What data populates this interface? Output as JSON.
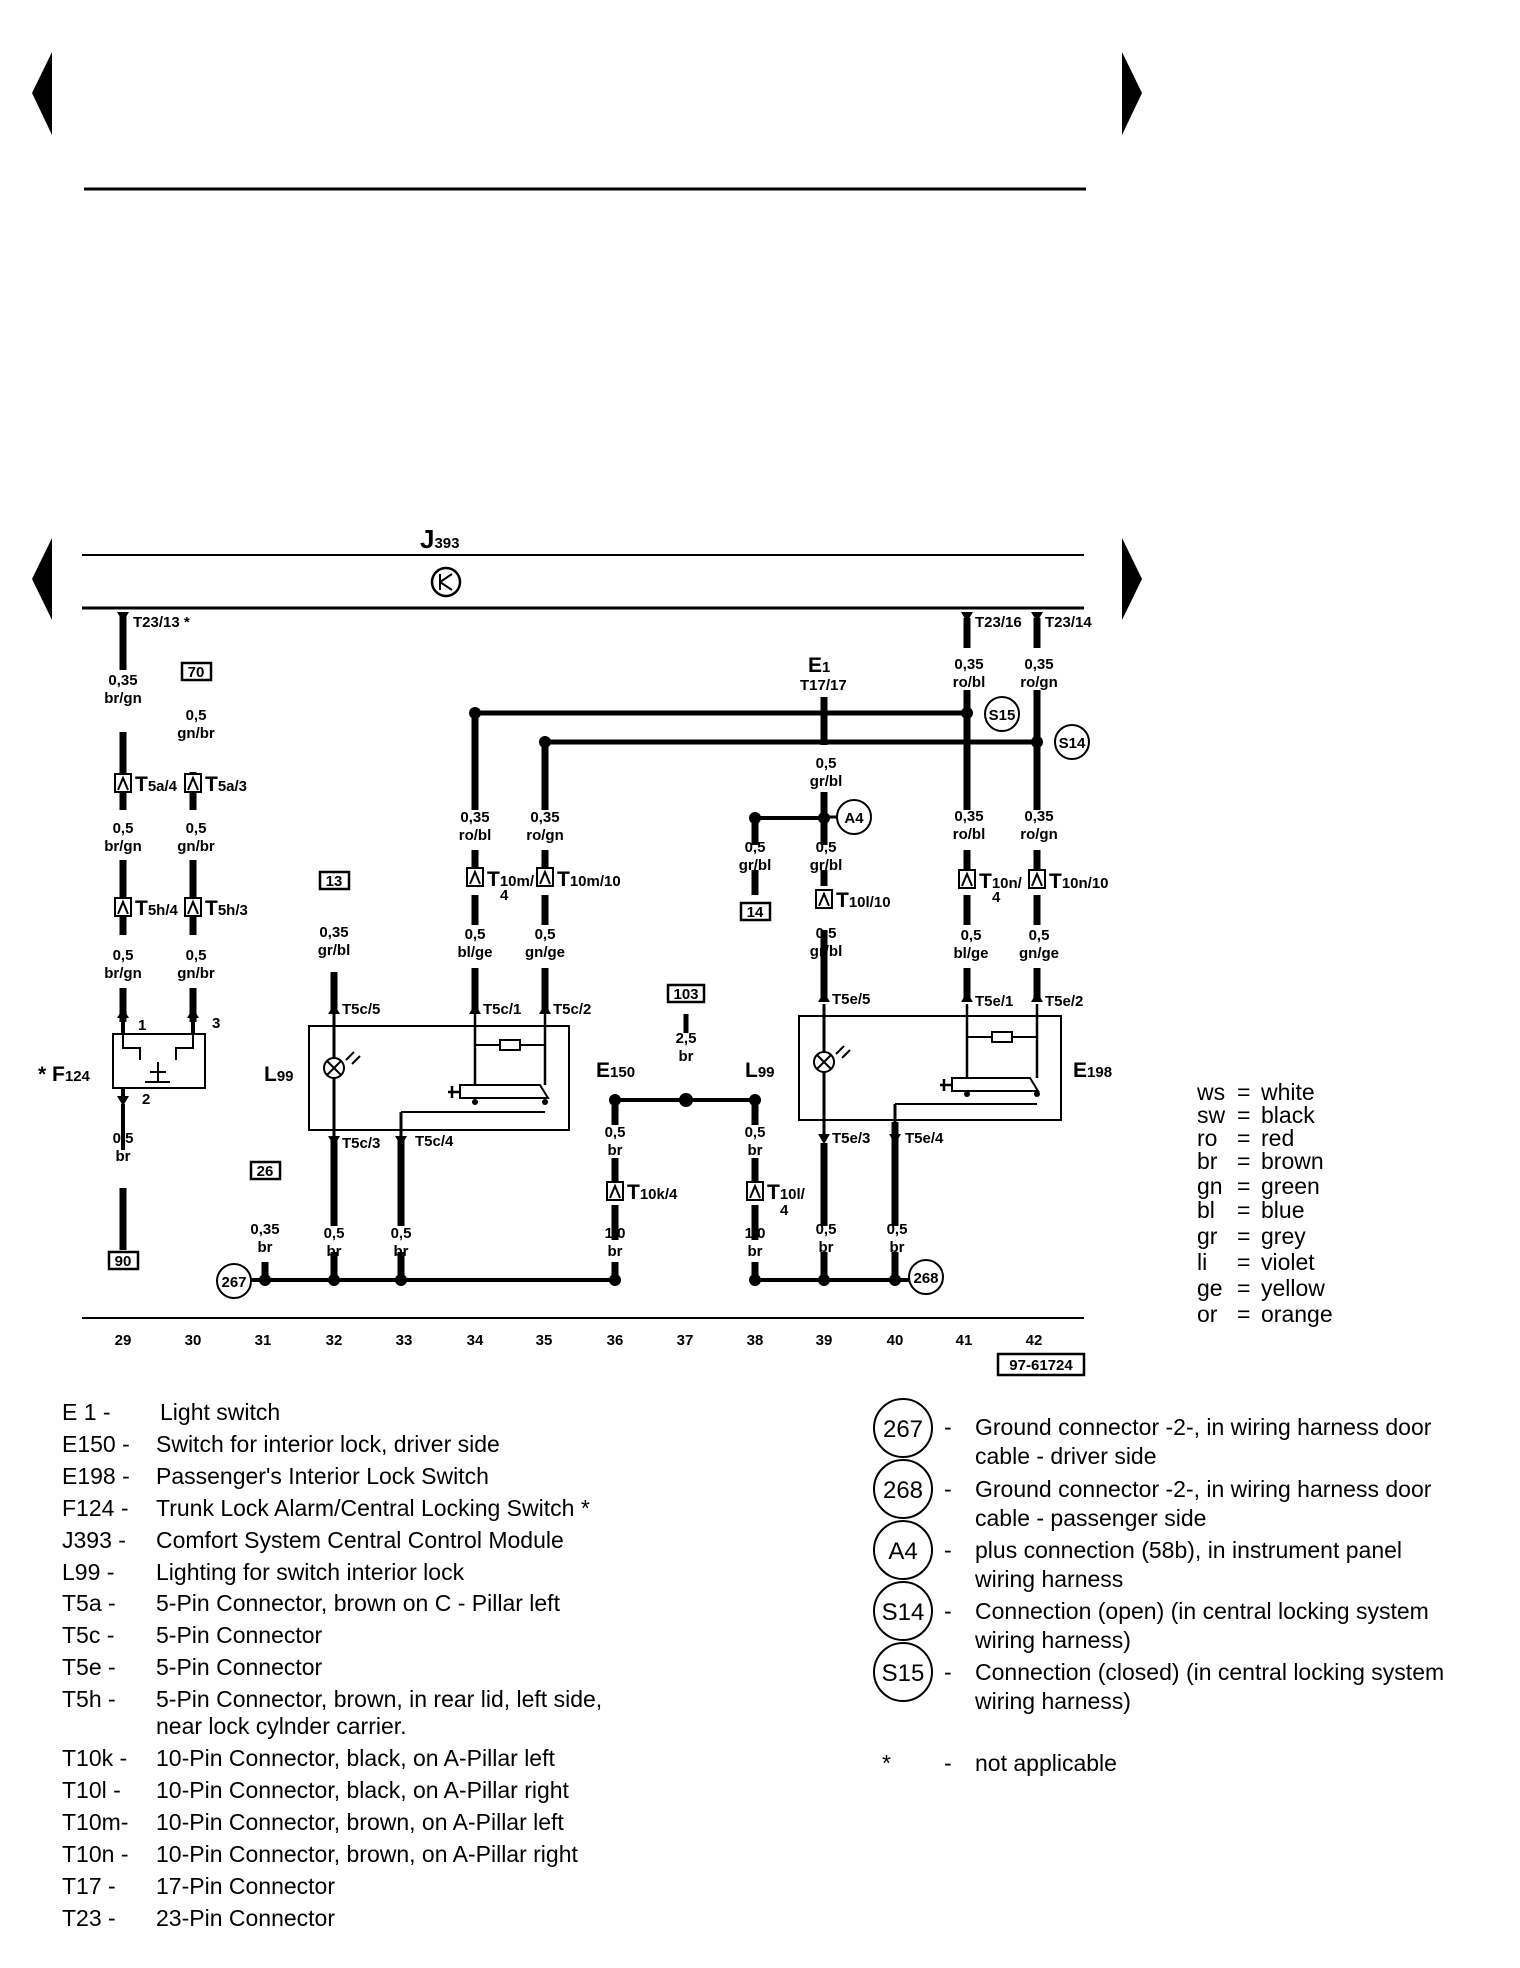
{
  "module": {
    "name": "J",
    "sub": "393"
  },
  "connectors_top": {
    "t23_13": "T23/13 *",
    "t23_16": "T23/16",
    "t23_14": "T23/14"
  },
  "wires": {
    "w29a": [
      "0,35",
      "br/gn"
    ],
    "w29b": [
      "0,5",
      "br/gn"
    ],
    "w29c": [
      "0,5",
      "br/gn"
    ],
    "w29d": [
      "0,5",
      "br"
    ],
    "w30a": [
      "0,5",
      "gn/br"
    ],
    "w30b": [
      "0,5",
      "gn/br"
    ],
    "w30c": [
      "0,5",
      "gn/br"
    ],
    "w32a": [
      "0,35",
      "gr/bl"
    ],
    "w32b": [
      "0,5",
      "br"
    ],
    "w31a": [
      "0,35",
      "br"
    ],
    "w33a": [
      "0,5",
      "br"
    ],
    "w34a": [
      "0,35",
      "ro/bl"
    ],
    "w34b": [
      "0,5",
      "bl/ge"
    ],
    "w35a": [
      "0,35",
      "ro/gn"
    ],
    "w35b": [
      "0,5",
      "gn/ge"
    ],
    "w36a": [
      "0,5",
      "br"
    ],
    "w36b": [
      "1.0",
      "br"
    ],
    "w37a": [
      "2,5",
      "br"
    ],
    "w38a": [
      "0,5",
      "br"
    ],
    "w38b": [
      "1.0",
      "br"
    ],
    "w38x": [
      "0,5",
      "gr/bl"
    ],
    "w39a": [
      "0,5",
      "gr/bl"
    ],
    "w39b": [
      "0,5",
      "gr/bl"
    ],
    "w39c": [
      "0,5",
      "gr/bl"
    ],
    "w39d": [
      "0,5",
      "br"
    ],
    "w40a": [
      "0,5",
      "br"
    ],
    "w41a": [
      "0,35",
      "ro/bl"
    ],
    "w41b": [
      "0,35",
      "ro/bl"
    ],
    "w41c": [
      "0,5",
      "bl/ge"
    ],
    "w42a": [
      "0,35",
      "ro/gn"
    ],
    "w42b": [
      "0,35",
      "ro/gn"
    ],
    "w42c": [
      "0,5",
      "gn/ge"
    ]
  },
  "conn": {
    "t5a4": {
      "m": "T",
      "s": "5a/4"
    },
    "t5a3": {
      "m": "T",
      "s": "5a/3"
    },
    "t5h4": {
      "m": "T",
      "s": "5h/4"
    },
    "t5h3": {
      "m": "T",
      "s": "5h/3"
    },
    "t10m4": {
      "m": "T",
      "s": "10m/",
      "n": "4"
    },
    "t10m10": {
      "m": "T",
      "s": "10m/10"
    },
    "t10l10": {
      "m": "T",
      "s": "10l/10"
    },
    "t10n4": {
      "m": "T",
      "s": "10n/",
      "n": "4"
    },
    "t10n10": {
      "m": "T",
      "s": "10n/10"
    },
    "t10k4": {
      "m": "T",
      "s": "10k/4"
    },
    "t10l4": {
      "m": "T",
      "s": "10l/",
      "n": "4"
    },
    "t5c5": "T5c/5",
    "t5c1": "T5c/1",
    "t5c2": "T5c/2",
    "t5c3": "T5c/3",
    "t5c4": "T5c/4",
    "t5e5": "T5e/5",
    "t5e1": "T5e/1",
    "t5e2": "T5e/2",
    "t5e3": "T5e/3",
    "t5e4": "T5e/4",
    "e1_pin": "T17/17"
  },
  "refs": {
    "r70": "70",
    "r13": "13",
    "r14": "14",
    "r103": "103",
    "r26": "26",
    "r90": "90"
  },
  "components": {
    "e1": {
      "m": "E",
      "s": "1"
    },
    "e150": {
      "m": "E",
      "s": "150"
    },
    "e198": {
      "m": "E",
      "s": "198"
    },
    "f124": {
      "pre": "*",
      "m": "F",
      "s": "124"
    },
    "l99a": {
      "m": "L",
      "s": "99"
    },
    "l99b": {
      "m": "L",
      "s": "99"
    }
  },
  "f124_pins": {
    "p1": "1",
    "p2": "2",
    "p3": "3"
  },
  "circles": {
    "s15": "S15",
    "s14": "S14",
    "a4": "A4",
    "g267": "267",
    "g268": "268"
  },
  "tracks": [
    "29",
    "30",
    "31",
    "32",
    "33",
    "34",
    "35",
    "36",
    "37",
    "38",
    "39",
    "40",
    "41",
    "42"
  ],
  "diagram_id": "97-61724",
  "color_legend": [
    {
      "code": "ws",
      "name": "white"
    },
    {
      "code": "sw",
      "name": "black"
    },
    {
      "code": "ro",
      "name": "red"
    },
    {
      "code": "br",
      "name": "brown"
    },
    {
      "code": "gn",
      "name": "green"
    },
    {
      "code": "bl",
      "name": "blue"
    },
    {
      "code": "gr",
      "name": "grey"
    },
    {
      "code": "li",
      "name": "violet"
    },
    {
      "code": "ge",
      "name": "yellow"
    },
    {
      "code": "or",
      "name": "orange"
    }
  ],
  "parts_list": [
    {
      "code": "E  1 -",
      "desc": "Light switch"
    },
    {
      "code": "E150 -",
      "desc": "Switch for interior lock, driver side"
    },
    {
      "code": "E198 -",
      "desc": "Passenger's Interior Lock Switch"
    },
    {
      "code": "F124 -",
      "desc": "Trunk Lock Alarm/Central Locking Switch *"
    },
    {
      "code": "J393 -",
      "desc": "Comfort System Central Control Module"
    },
    {
      "code": "L99   -",
      "desc": "Lighting for switch interior lock"
    },
    {
      "code": "T5a   -",
      "desc": "5-Pin Connector, brown on C - Pillar left"
    },
    {
      "code": "T5c   -",
      "desc": "5-Pin Connector"
    },
    {
      "code": "T5e   -",
      "desc": "5-Pin Connector"
    },
    {
      "code": "T5h   -",
      "desc": "5-Pin Connector, brown, in rear lid, left side,",
      "desc2": "near lock cylnder carrier."
    },
    {
      "code": "T10k -",
      "desc": "10-Pin Connector, black, on A-Pillar left"
    },
    {
      "code": "T10l  -",
      "desc": "10-Pin Connector, black, on A-Pillar right"
    },
    {
      "code": "T10m-",
      "desc": "10-Pin Connector, brown, on A-Pillar left"
    },
    {
      "code": "T10n -",
      "desc": "10-Pin Connector, brown, on A-Pillar right"
    },
    {
      "code": "T17   -",
      "desc": "17-Pin Connector"
    },
    {
      "code": "T23   -",
      "desc": "23-Pin Connector"
    }
  ],
  "connection_list": [
    {
      "sym": "267",
      "dash": "-",
      "l1": "Ground connector -2-, in wiring harness door",
      "l2": "cable - driver side"
    },
    {
      "sym": "268",
      "dash": "-",
      "l1": "Ground connector -2-, in wiring harness door",
      "l2": "cable - passenger side"
    },
    {
      "sym": "A4",
      "dash": "-",
      "l1": " plus connection (58b), in instrument panel",
      "l2": "wiring harness"
    },
    {
      "sym": "S14",
      "dash": "-",
      "l1": "Connection (open) (in central locking system",
      "l2": "wiring harness)"
    },
    {
      "sym": "S15",
      "dash": "-",
      "l1": "Connection (closed) (in central locking system",
      "l2": "wiring harness)"
    },
    {
      "sym": "*",
      "dash": "-",
      "l1": "not applicable",
      "l2": ""
    }
  ]
}
